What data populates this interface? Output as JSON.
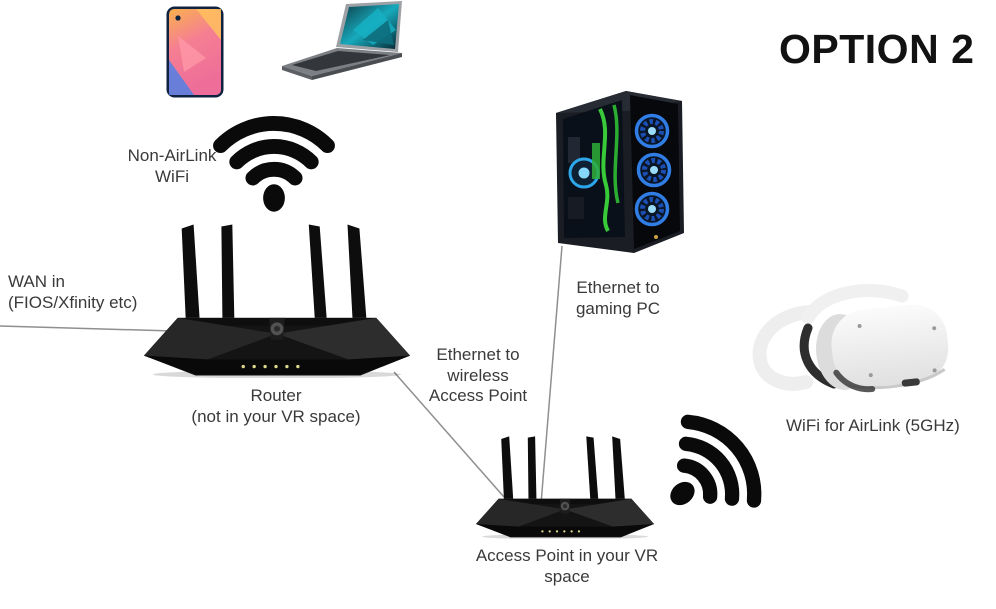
{
  "title": "OPTION 2",
  "colors": {
    "background": "#ffffff",
    "text": "#3a3a3a",
    "title_text": "#121212",
    "icon_black": "#0a0a0a",
    "connector_line": "#8f8f8f",
    "fan_blue": "#2f7de5",
    "coolant_green": "#3bd53b",
    "router_led_yellow": "#ded98a",
    "headset_white": "#efefef"
  },
  "labels": {
    "non_airlink_wifi": "Non-AirLink\nWiFi",
    "wan_in": "WAN in\n(FIOS/Xfinity etc)",
    "router": "Router\n(not in your VR space)",
    "ethernet_gaming_pc": "Ethernet to\ngaming PC",
    "ethernet_access_point": "Ethernet to\nwireless\nAccess Point",
    "access_point": "Access Point in your VR\nspace",
    "wifi_airlink": "WiFi for AirLink (5GHz)"
  },
  "icons": {
    "smartphone": "smartphone-icon",
    "laptop": "laptop-icon",
    "non_airlink_wifi": "wifi-icon",
    "router": "router-4-antenna-icon",
    "gaming_pc": "gaming-pc-tower-icon",
    "access_point": "router-4-antenna-icon",
    "airlink_wifi": "wifi-icon",
    "vr_headset": "vr-headset-icon"
  },
  "connections": [
    {
      "from": "wan",
      "to": "router",
      "type": "wan-line"
    },
    {
      "from": "router",
      "to": "access_point",
      "type": "ethernet-line"
    },
    {
      "from": "gaming_pc",
      "to": "access_point",
      "type": "ethernet-line"
    }
  ]
}
